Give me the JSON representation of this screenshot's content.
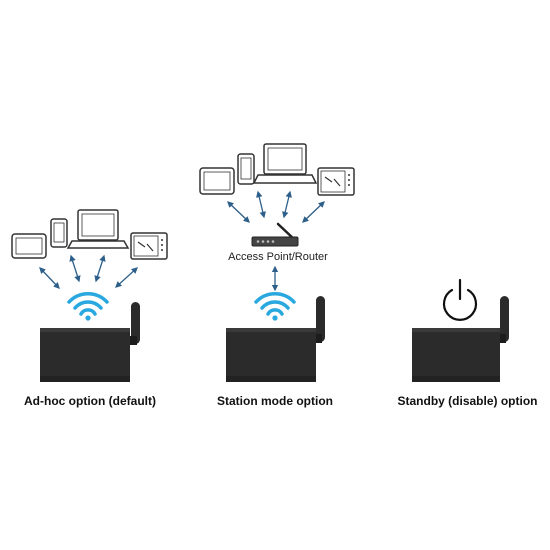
{
  "panels": [
    {
      "caption": "Ad-hoc option (default)"
    },
    {
      "caption": "Station mode option",
      "router_label": "Access Point/Router"
    },
    {
      "caption": "Standby (disable) option"
    }
  ],
  "colors": {
    "wifi": "#29a8e0",
    "arrow": "#2d5f8a",
    "device_body": "#2b2b2b",
    "outline": "#333333"
  },
  "icons": [
    "tablet-icon",
    "phone-icon",
    "laptop-icon",
    "instrument-display-icon",
    "wifi-icon",
    "router-icon",
    "power-icon",
    "gateway-device-icon",
    "antenna-icon"
  ]
}
